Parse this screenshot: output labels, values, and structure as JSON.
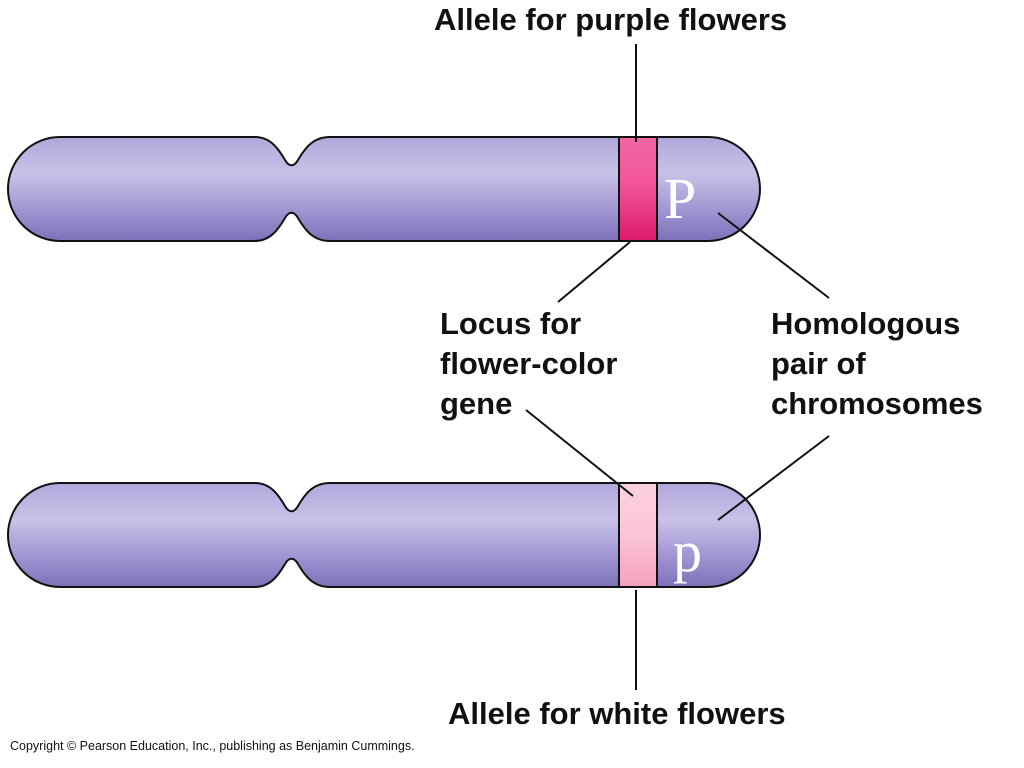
{
  "labels": {
    "allele_purple": "Allele for purple flowers",
    "allele_white": "Allele for white flowers",
    "locus_lines": [
      "Locus for",
      "flower-color",
      "gene"
    ],
    "homologous_lines": [
      "Homologous",
      "pair of",
      "chromosomes"
    ]
  },
  "alleles": {
    "dominant": "P",
    "recessive": "p"
  },
  "copyright": "Copyright © Pearson Education, Inc., publishing as Benjamin Cummings.",
  "colors": {
    "chromosome_light": "#c6bde6",
    "chromosome_mid": "#9d8fcf",
    "chromosome_dark": "#7a6bb5",
    "purple_allele_band": "#e8237a",
    "white_allele_band": "#f9b9cf",
    "leader_line": "#111111"
  }
}
